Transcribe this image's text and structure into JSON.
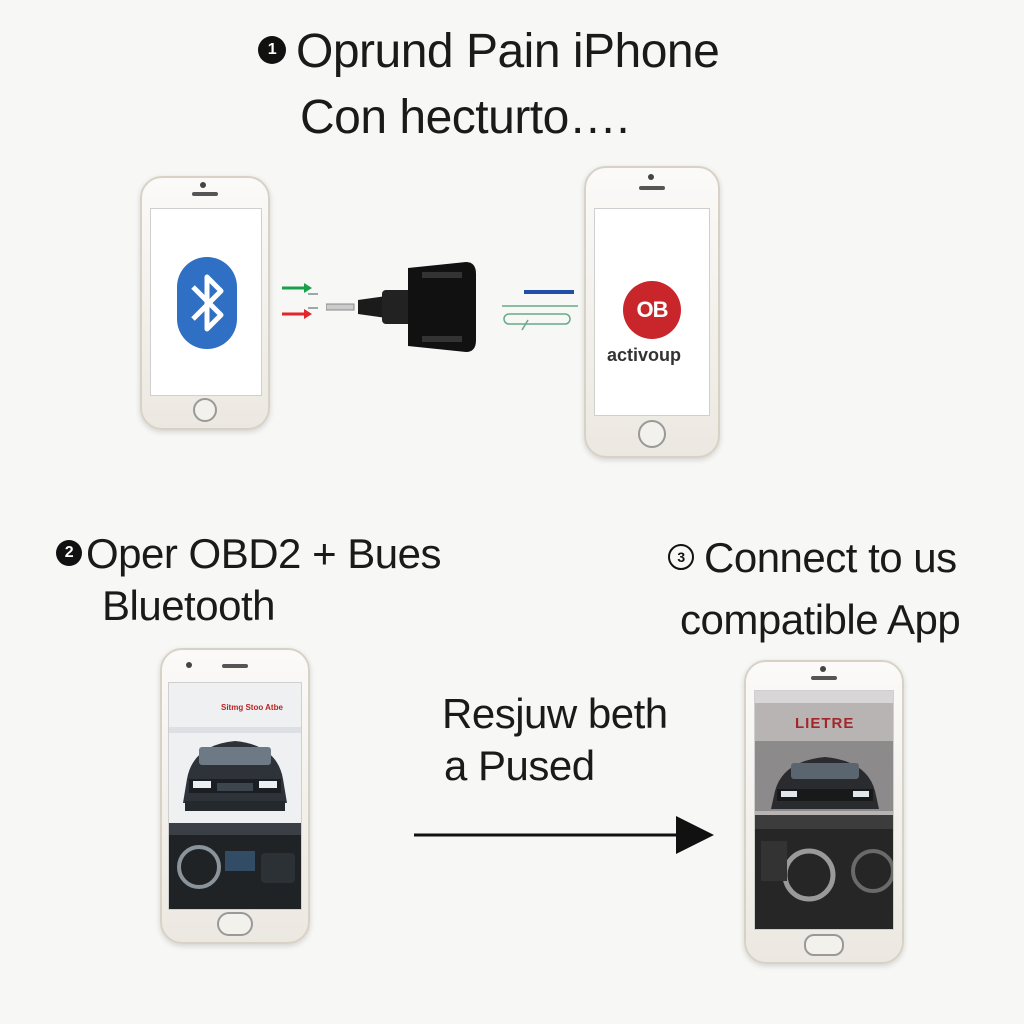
{
  "step1": {
    "number": "1",
    "line1": "Oprund Pain iPhone",
    "line2": "Con hecturto…."
  },
  "step2": {
    "number": "2",
    "line1": "Oper OBD2 + Bues",
    "line2": "Bluetooth"
  },
  "step3": {
    "number": "3",
    "line1": "Connect to us",
    "line2": "compatible App"
  },
  "middle_text": {
    "line1": "Resjuw beth",
    "line2": "a Pused"
  },
  "phone_right_top": {
    "app_logo": "OB",
    "app_name": "activoup"
  },
  "phone_bottom_left": {
    "header": "Sitmg Stoo Atbe"
  },
  "phone_bottom_right": {
    "title": "LIETRE"
  },
  "icons": {
    "bluetooth": "bluetooth-icon",
    "obd_connector": "obd2-connector-icon",
    "arrow": "right-arrow-icon"
  },
  "colors": {
    "bluetooth_blue": "#2f6fc4",
    "logo_red": "#c8262b",
    "arrow_green": "#1aa04a",
    "arrow_red": "#e0262a",
    "line_blue": "#1f4fa8"
  }
}
